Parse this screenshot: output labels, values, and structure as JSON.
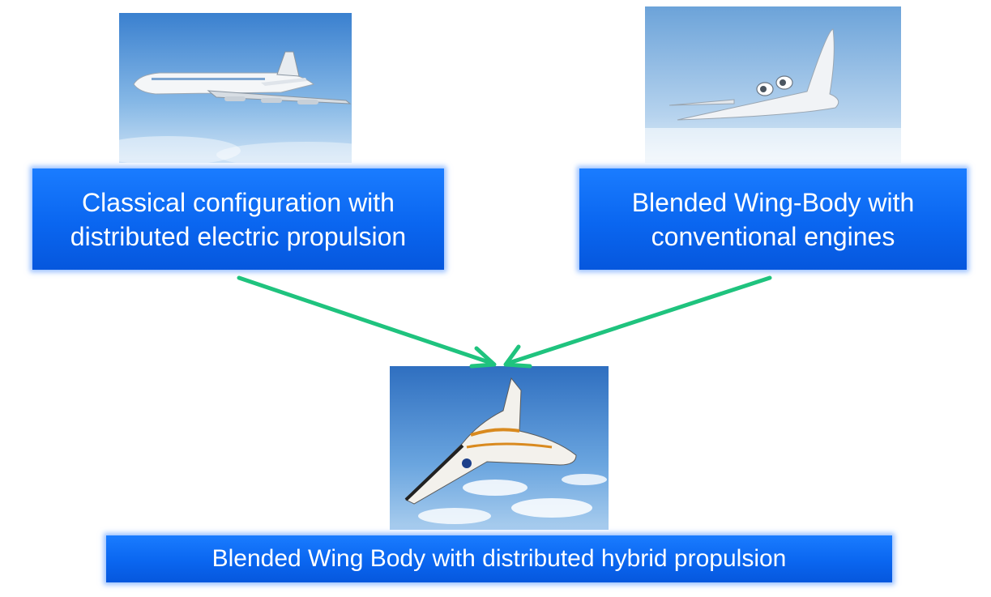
{
  "boxes": {
    "left": {
      "line1": "Classical configuration with",
      "line2": "distributed electric propulsion"
    },
    "right": {
      "line1": "Blended Wing-Body with",
      "line2": "conventional engines"
    },
    "bottom": {
      "text": "Blended Wing Body with distributed hybrid propulsion"
    }
  },
  "colors": {
    "box_fill": "#0a66f0",
    "box_glow": "#468cff",
    "box_text": "#ffffff",
    "arrow": "#1fc37e",
    "sky_top": "#4f8fd6",
    "sky_bottom": "#dbeaf7"
  },
  "images": {
    "left": "airliner-photo",
    "right": "blended-wing-body-photo",
    "bottom": "hybrid-blended-wing-body-photo"
  },
  "arrows": [
    {
      "from": "left",
      "to": "bottom"
    },
    {
      "from": "right",
      "to": "bottom"
    }
  ]
}
